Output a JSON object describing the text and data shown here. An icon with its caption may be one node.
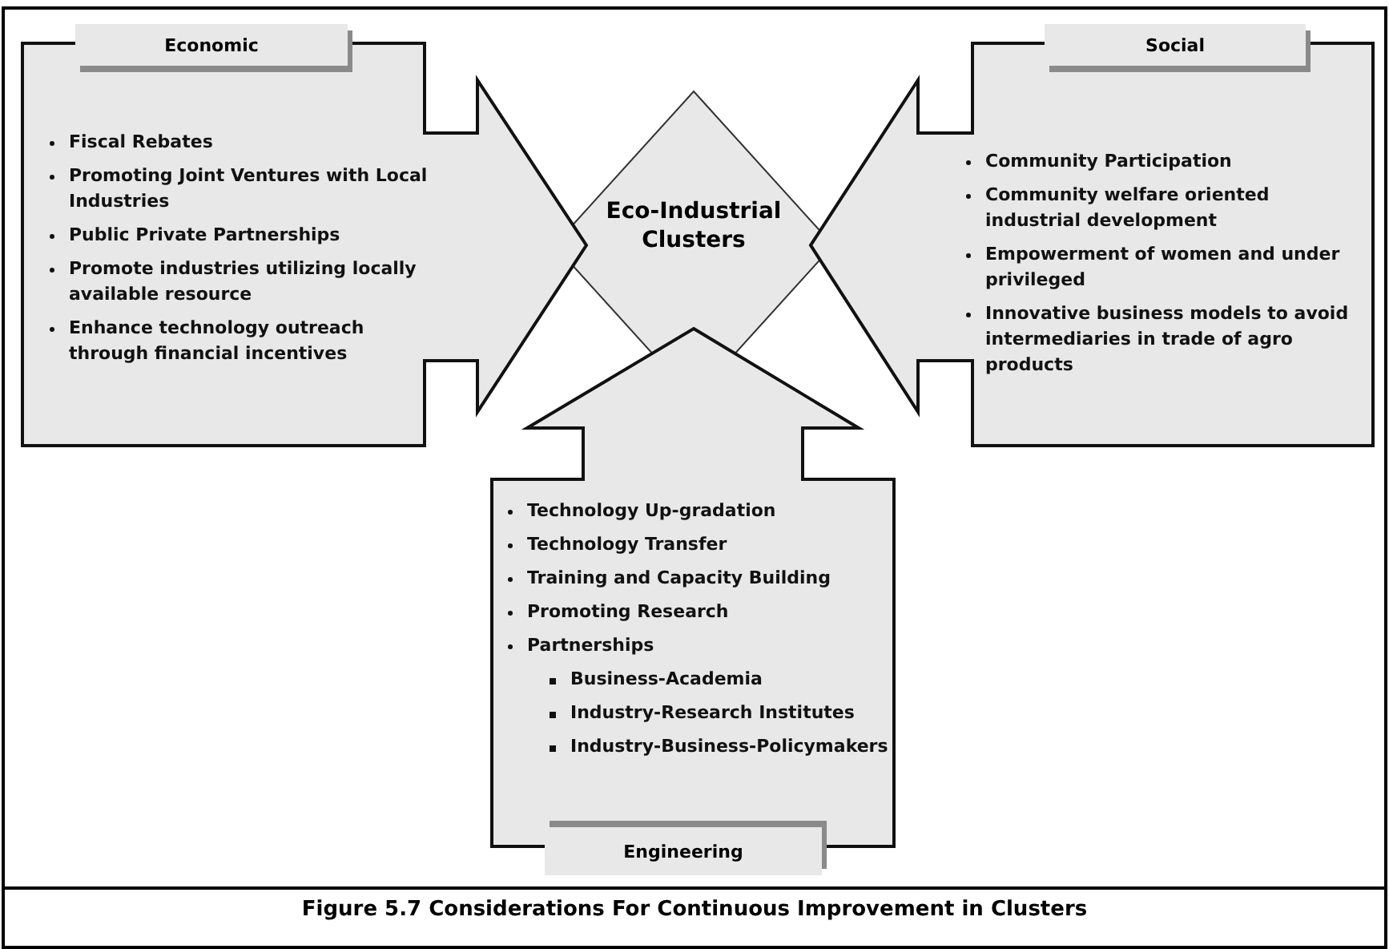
{
  "diagram": {
    "caption": "Figure 5.7 Considerations For Continuous Improvement in Clusters",
    "nodes": [
      {
        "text": [
          "Economic",
          "Fiscal Rebates",
          "Promoting Joint Ventures with Local Industries",
          "Public Private Partnerships",
          "Promote industries utilizing locally available resource",
          "Enhance technology outreach through financial incentives"
        ]
      },
      {
        "text": [
          "Eco-Industrial Clusters"
        ]
      },
      {
        "text": [
          "Social",
          "Community Participation",
          "Community  welfare oriented industrial development",
          "Empowerment of women and under privileged",
          "Innovative business models to avoid intermediaries in trade of agro products"
        ]
      },
      {
        "text": [
          "Technology Up-gradation",
          "Technology Transfer",
          "Training and Capacity Building",
          "Promoting Research",
          "Partnerships",
          "Business-Academia",
          "Industry-Research Institutes",
          "Industry-Business-Policymakers",
          "Engineering"
        ]
      }
    ]
  }
}
